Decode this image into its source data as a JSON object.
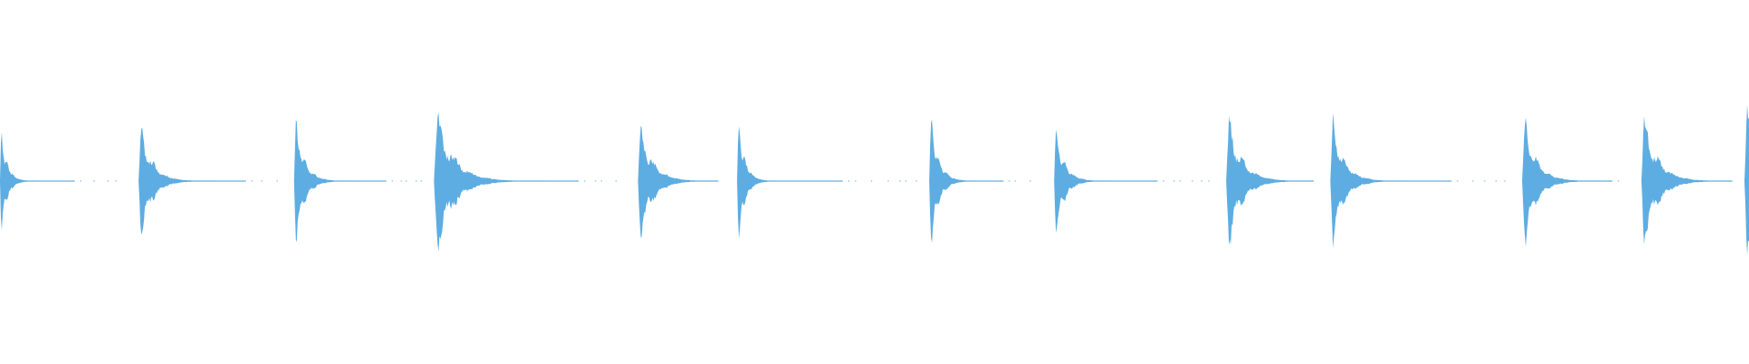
{
  "waveform": {
    "color": "#5dade2",
    "onsets": [
      0.0,
      0.0792,
      0.1681,
      0.2481,
      0.3648,
      0.4214,
      0.5313,
      0.6027,
      0.7011,
      0.7606,
      0.8703,
      0.9385,
      0.9974
    ],
    "peak_levels": [
      0.79,
      0.78,
      0.9,
      0.99,
      0.84,
      0.9,
      0.93,
      0.82,
      0.91,
      0.9,
      0.91,
      0.93,
      1.0
    ],
    "decay_lengths": [
      0.022,
      0.044,
      0.033,
      0.063,
      0.046,
      0.025,
      0.029,
      0.032,
      0.05,
      0.043,
      0.045,
      0.052,
      0.05
    ],
    "tail_dot_ends": [
      0.068,
      0.162,
      0.245,
      0.355,
      0.41,
      0.525,
      0.59,
      0.695,
      0.745,
      0.862,
      0.93,
      0.99,
      1.0
    ]
  }
}
